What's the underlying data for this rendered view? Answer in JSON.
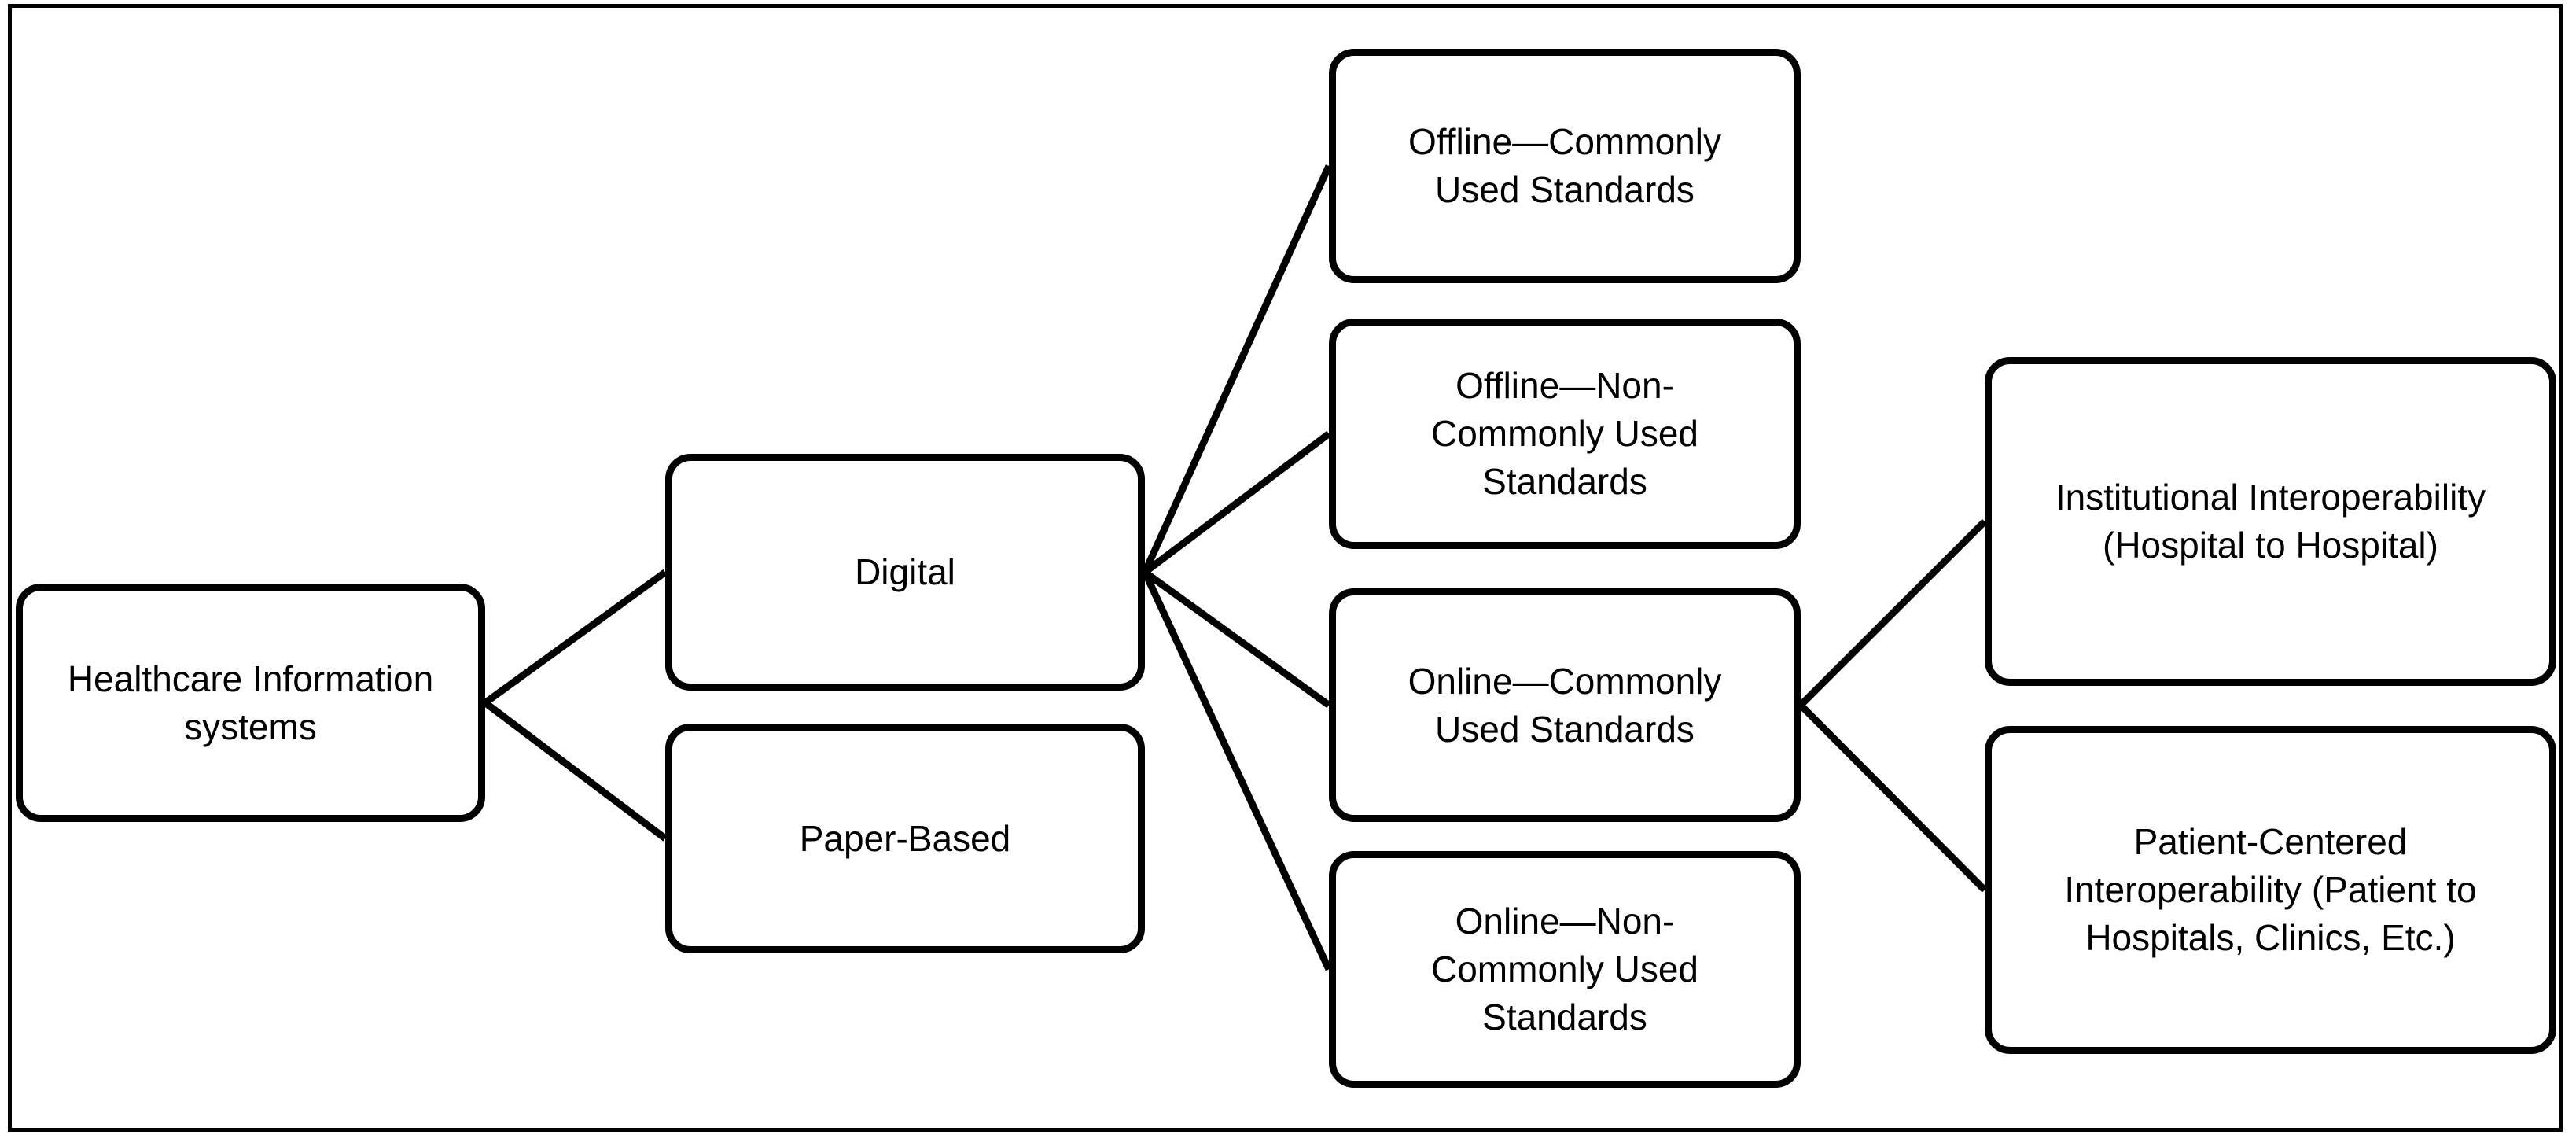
{
  "figure": {
    "background_color": "#ffffff",
    "stroke_color": "#000000"
  },
  "nodes": {
    "healthcare": {
      "label": "Healthcare Information\nsystems"
    },
    "digital": {
      "label": "Digital"
    },
    "paper_based": {
      "label": "Paper-Based"
    },
    "offline_common": {
      "label": "Offline—Commonly\nUsed Standards"
    },
    "offline_noncommon": {
      "label": "Offline—Non-\nCommonly Used\nStandards"
    },
    "online_common": {
      "label": "Online—Commonly\nUsed Standards"
    },
    "online_noncommon": {
      "label": "Online—Non-\nCommonly Used\nStandards"
    },
    "institutional": {
      "label": "Institutional Interoperability\n(Hospital to Hospital)"
    },
    "patient_centered": {
      "label": "Patient-Centered\nInteroperability (Patient to\nHospitals, Clinics, Etc.)"
    }
  },
  "edges": [
    {
      "from": "healthcare",
      "to": "digital"
    },
    {
      "from": "healthcare",
      "to": "paper_based"
    },
    {
      "from": "digital",
      "to": "offline_common"
    },
    {
      "from": "digital",
      "to": "offline_noncommon"
    },
    {
      "from": "digital",
      "to": "online_common"
    },
    {
      "from": "digital",
      "to": "online_noncommon"
    },
    {
      "from": "online_common",
      "to": "institutional"
    },
    {
      "from": "online_common",
      "to": "patient_centered"
    }
  ]
}
